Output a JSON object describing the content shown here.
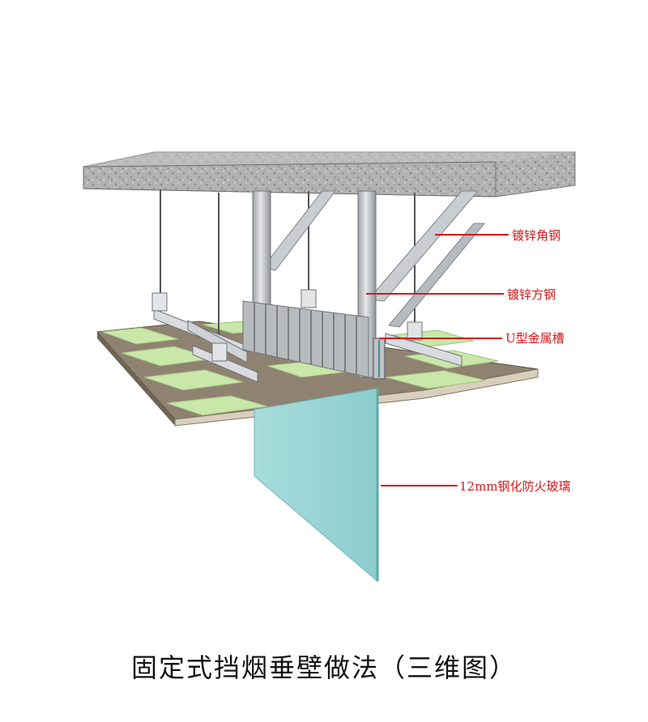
{
  "labels": {
    "angle_steel": "镀锌角钢",
    "square_steel": "镀锌方钢",
    "u_channel": "U型金属槽",
    "glass": "12mm钢化防火玻璃"
  },
  "caption": "固定式挡烟垂壁做法（三维图）",
  "colors": {
    "callout": "#d8181b",
    "concrete": "#a9a9a9",
    "glass": "#9fd7d6",
    "board_top": "#9c8e78",
    "insulation": "#c9e7a8",
    "steel": "#c9ccd0"
  }
}
